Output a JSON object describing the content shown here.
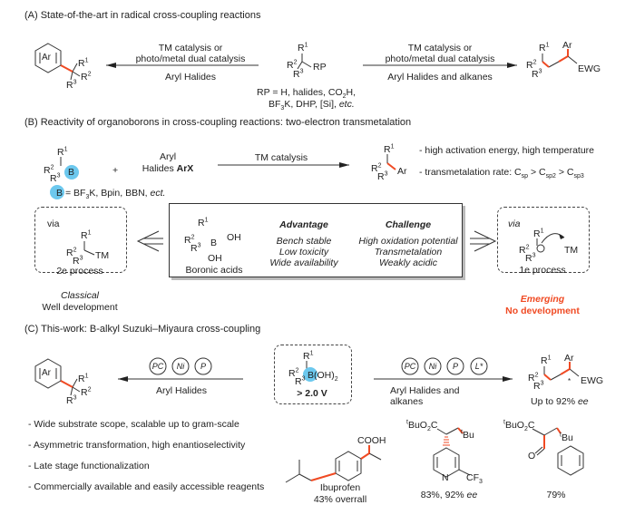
{
  "sectionA": {
    "title": "(A)  State-of-the-art in radical cross-coupling reactions",
    "left_product": {
      "ring_label": "Ar",
      "r1": "R",
      "r2": "R",
      "r3": "R"
    },
    "left_arrow": {
      "above": [
        "TM catalysis or",
        "photo/metal dual catalysis"
      ],
      "below": "Aryl Halides"
    },
    "center": {
      "group": "RP",
      "note_line1": "RP = H, halides, CO",
      "note_line1_tail": "H,",
      "note_line2_a": "BF",
      "note_line2_b": "K, DHP, [Si], ",
      "note_line2_etc": "etc."
    },
    "right_arrow": {
      "above": [
        "TM catalysis or",
        "photo/metal dual catalysis"
      ],
      "below": "Aryl Halides and alkanes"
    },
    "right_product": {
      "ar": "Ar",
      "ewg": "EWG"
    }
  },
  "sectionB": {
    "title": "(B) Reactivity of organoborons in cross-coupling reactions: two-electron transmetalation",
    "reagent_b": "B",
    "plus": "+",
    "aryl_line1": "Aryl",
    "aryl_line2": "Halides ",
    "arx": "ArX",
    "b_def_prefix": "= BF",
    "b_def_mid": "K, Bpin, BBN, ",
    "b_def_etc": "ect.",
    "arrow_label": "TM catalysis",
    "product_ar": "Ar",
    "notes": [
      "- high activation energy, high temperature",
      "- transmetalation rate: C"
    ],
    "rate_subs": [
      "sp",
      "sp2",
      "sp3"
    ],
    "left_box": {
      "via": "via",
      "tm": "TM",
      "process": "2e process"
    },
    "left_caption": {
      "line1": "Classical",
      "line2": "Well development"
    },
    "center_box": {
      "boronic_label": "Boronic acids",
      "oh": "OH",
      "advantage_title": "Advantage",
      "advantages": [
        "Bench stable",
        "Low toxicity",
        "Wide availability"
      ],
      "challenge_title": "Challenge",
      "challenges": [
        "High oxidation potential",
        "Transmetalation",
        "Weakly acidic"
      ]
    },
    "right_box": {
      "via": "via",
      "tm": "TM",
      "process": "1e process"
    },
    "right_caption": {
      "line1": "Emerging",
      "line2": "No development"
    }
  },
  "sectionC": {
    "title": "(C) This-work: B-alkyl Suzuki–Miyaura cross-coupling",
    "left_product": {
      "ring_label": "Ar"
    },
    "left_arrow": {
      "catalysts": [
        "PC",
        "Ni",
        "P"
      ],
      "below": "Aryl Halides"
    },
    "center": {
      "group": "B(OH)",
      "potential": "> 2.0 V"
    },
    "right_arrow": {
      "catalysts": [
        "PC",
        "Ni",
        "P",
        "L*"
      ],
      "below": [
        "Aryl Halides and",
        "alkanes"
      ]
    },
    "right_product": {
      "ar": "Ar",
      "ewg": "EWG",
      "ee": "Up to 92% ",
      "ee_unit": "ee"
    },
    "bullets": [
      "- Wide substrate scope, scalable up to gram-scale",
      "- Asymmetric transformation, high enantioselectivity",
      "- Late stage functionalization",
      "- Commercially available and easily accessible reagents"
    ],
    "examples": [
      {
        "name": "Ibuprofen",
        "yield": "43% overrall",
        "label_top": "COOH"
      },
      {
        "yield": "83%, 92% ",
        "ee": "ee",
        "ester": "BuO",
        "tbu": "Bu",
        "cf3": "CF",
        "n": "N"
      },
      {
        "yield": "79%",
        "ester": "BuO",
        "tbu": "Bu",
        "o": "O"
      }
    ]
  },
  "colors": {
    "accent_red": "#f04a23",
    "boron_blue": "#6cc8ee",
    "text": "#222222"
  }
}
